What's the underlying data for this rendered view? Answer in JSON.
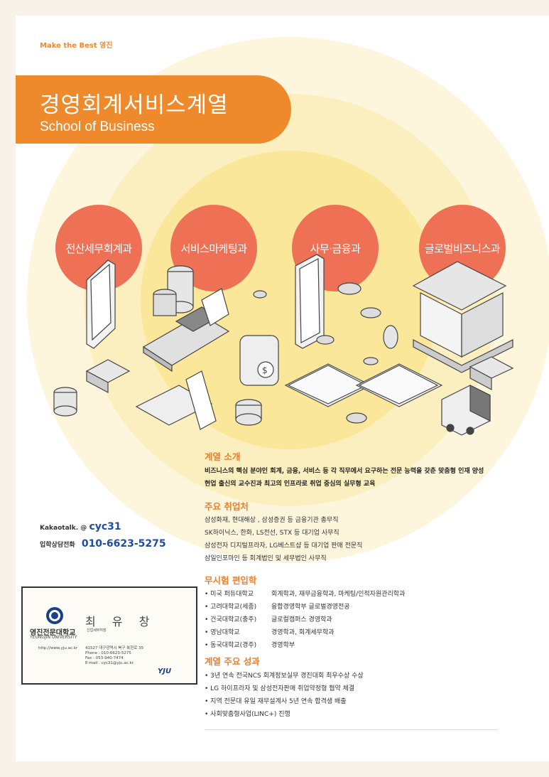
{
  "tagline": "Make the Best 영진",
  "banner": {
    "title": "경영회계서비스계열",
    "subtitle": "School of Business"
  },
  "departments": [
    "전산세무회계과",
    "서비스마케팅과",
    "사무·금융과",
    "글로벌비즈니스과"
  ],
  "colors": {
    "orange": "#ef8a2c",
    "coral": "#ee7055",
    "yellow_glow": "#fbe79a",
    "blue": "#1d4ea3"
  },
  "intro": {
    "title": "계열 소개",
    "lines": [
      "비즈니스의 핵심 분야인 회계, 금융, 서비스 등 각 직무에서 요구하는 전문 능력을  갖춘 맞춤형 인재 양성",
      "현업 출신의 교수진과 최고의 인프라로 취업 중심의 실무형  교육"
    ]
  },
  "employment": {
    "title": "주요 취업처",
    "lines": [
      "삼성화재, 현대해상 , 삼성증권 등 금융기관 총무직",
      "SK하이닉스, 한화, LS전선, STX 등 대기업 사무직",
      "삼성전자 디지털프라자, LG베스트샵 등 대기업 판매 전문직",
      "삼일인포마인 등 회계법인 및 세무법인 사무직"
    ]
  },
  "transfer": {
    "title": "무시험 편입학",
    "rows": [
      {
        "uni": "미국 퍼듀대학교",
        "dept": "회계학과, 재무금융학과, 마케팅/인적자원관리학과"
      },
      {
        "uni": "고려대학교(세종)",
        "dept": "융합경영학부 글로벌경영전공"
      },
      {
        "uni": "건국대학교(충주)",
        "dept": "글로컬캠퍼스 경영학과"
      },
      {
        "uni": "영남대학교",
        "dept": "경영학과, 회계세무학과"
      },
      {
        "uni": "동국대학교(경주)",
        "dept": "경영학부"
      }
    ]
  },
  "achievements": {
    "title": "계열 주요 성과",
    "lines": [
      "3년 연속 전국NCS 회계정보실무 경진대회 최우수상 수상",
      "LG 하이프라자 및 삼성전자판매 취업약정형 협약 체결",
      "지역 전문대 유일 재무설계사 5년 연속 합격생 배출",
      "사회맞춤형사업(LINC+) 진행"
    ]
  },
  "contact": {
    "kakao_label": "Kakaotalk. @",
    "kakao_id": "cyc31",
    "phone_label": "입학상담전화",
    "phone": "010-6623-5275"
  },
  "card": {
    "university_kr": "영진전문대학교",
    "university_en": "YEUNGJIN UNIVERSITY",
    "name": "최 유 창",
    "role": "신업세무처장",
    "url": "http://www.yju.ac.kr",
    "info_lines": [
      "41527 대구광역시 북구 복현로 35",
      "Phone  : 010-6623-5275",
      "Fax    : 053-940-7474",
      "E-mail : cyc31@yju.ac.kr"
    ],
    "logo_small": "YJU"
  }
}
